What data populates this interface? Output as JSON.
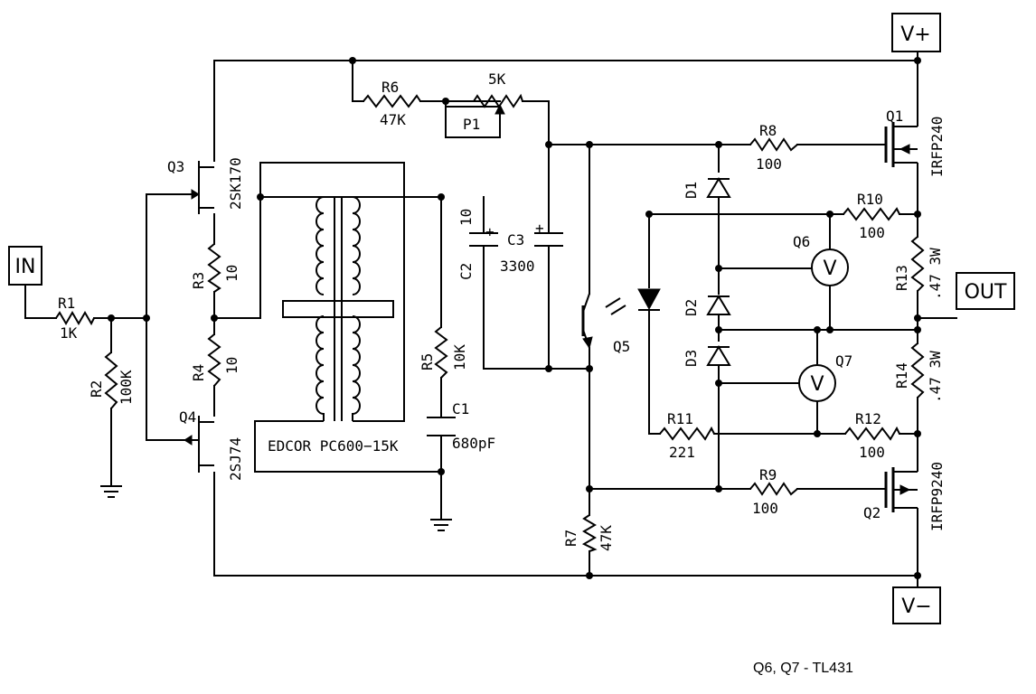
{
  "terminals": {
    "vplus": "V+",
    "vminus": "V−",
    "in": "IN",
    "out": "OUT"
  },
  "components": {
    "R1": {
      "ref": "R1",
      "value": "1K"
    },
    "R2": {
      "ref": "R2",
      "value": "100K"
    },
    "R3": {
      "ref": "R3",
      "value": "10"
    },
    "R4": {
      "ref": "R4",
      "value": "10"
    },
    "R5": {
      "ref": "R5",
      "value": "10K"
    },
    "R6": {
      "ref": "R6",
      "value": "47K"
    },
    "R7": {
      "ref": "R7",
      "value": "47K"
    },
    "R8": {
      "ref": "R8",
      "value": "100"
    },
    "R9": {
      "ref": "R9",
      "value": "100"
    },
    "R10": {
      "ref": "R10",
      "value": "100"
    },
    "R11": {
      "ref": "R11",
      "value": "221"
    },
    "R12": {
      "ref": "R12",
      "value": "100"
    },
    "R13": {
      "ref": "R13",
      "value": ".47 3W"
    },
    "R14": {
      "ref": "R14",
      "value": ".47 3W"
    },
    "P1": {
      "ref": "P1",
      "value": "5K"
    },
    "C1": {
      "ref": "C1",
      "value": "680pF"
    },
    "C2": {
      "ref": "C2",
      "value": "10"
    },
    "C3": {
      "ref": "C3",
      "value": "3300"
    },
    "Q1": {
      "ref": "Q1",
      "value": "IRFP240"
    },
    "Q2": {
      "ref": "Q2",
      "value": "IRFP9240"
    },
    "Q3": {
      "ref": "Q3",
      "value": "2SK170"
    },
    "Q4": {
      "ref": "Q4",
      "value": "2SJ74"
    },
    "Q5": {
      "ref": "Q5"
    },
    "Q6": {
      "ref": "Q6"
    },
    "Q7": {
      "ref": "Q7"
    },
    "D1": {
      "ref": "D1"
    },
    "D2": {
      "ref": "D2"
    },
    "D3": {
      "ref": "D3"
    },
    "T1": {
      "value": "EDCOR PC600−15K"
    }
  },
  "plus_sign": "+",
  "meter_symbol": "V",
  "note": "Q6, Q7 - TL431"
}
